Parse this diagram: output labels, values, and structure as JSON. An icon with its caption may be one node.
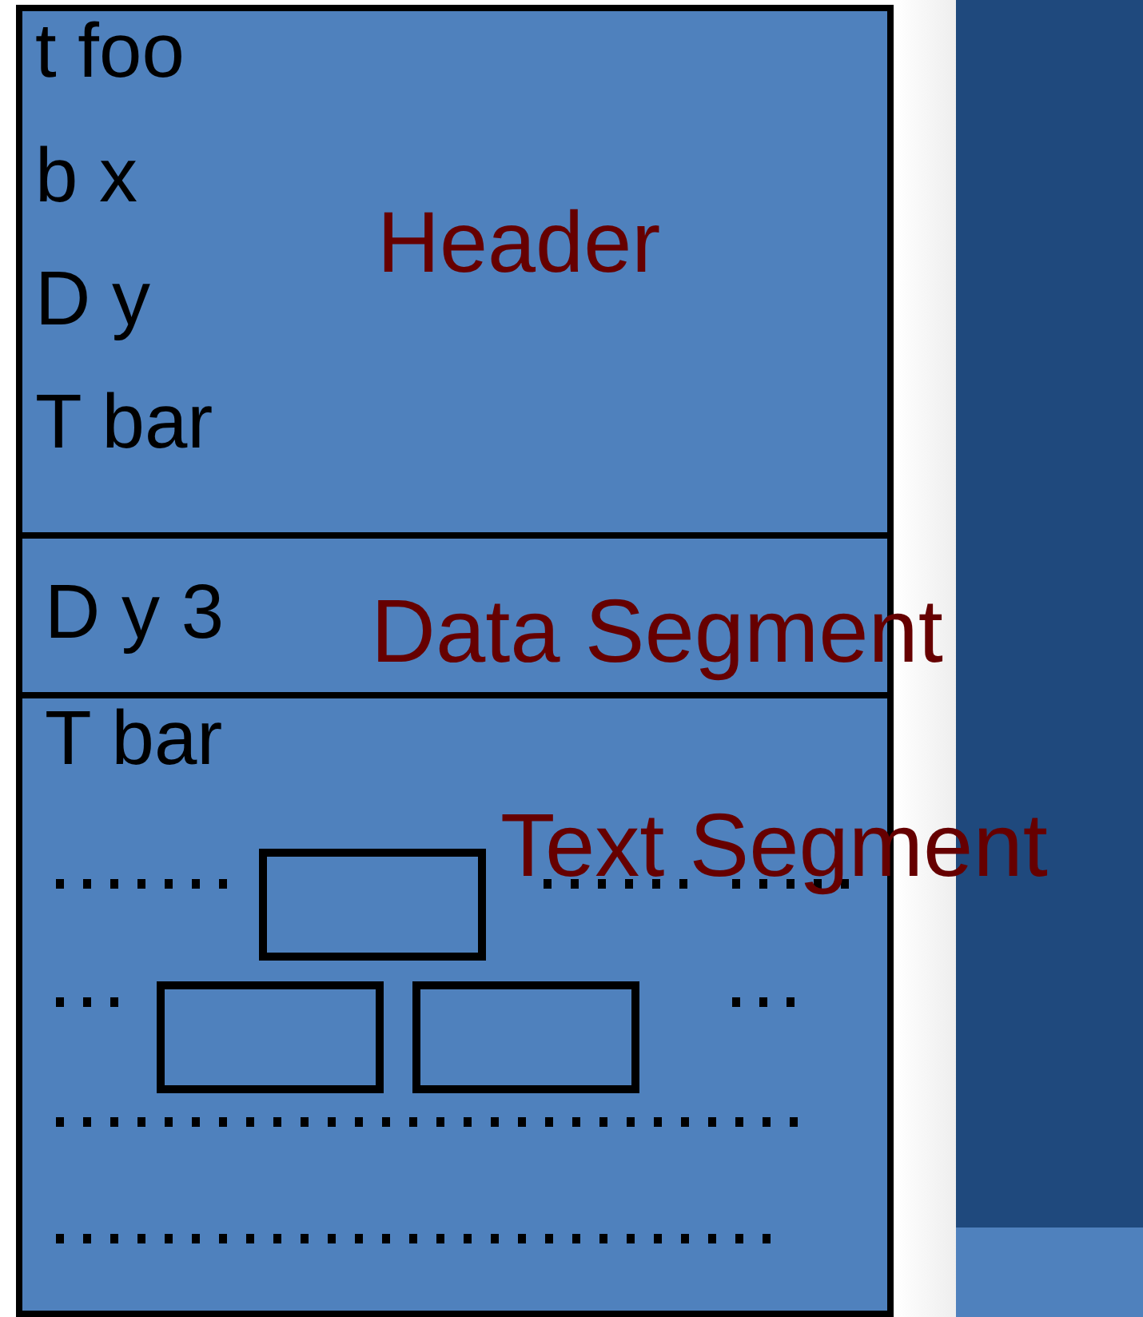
{
  "diagram": {
    "nodes": [
      {
        "text": [
          "t foo",
          "b x",
          "D y",
          "T bar",
          "Header"
        ]
      },
      {
        "text": [
          "D y 3",
          "Data Segment"
        ]
      },
      {
        "text": [
          "T bar",
          "Text Segment"
        ]
      },
      {
        "text": [],
        "shape": "box",
        "in": 2
      },
      {
        "text": [],
        "shape": "box",
        "in": 2
      },
      {
        "text": [],
        "shape": "box",
        "in": 2
      }
    ],
    "edges": []
  }
}
